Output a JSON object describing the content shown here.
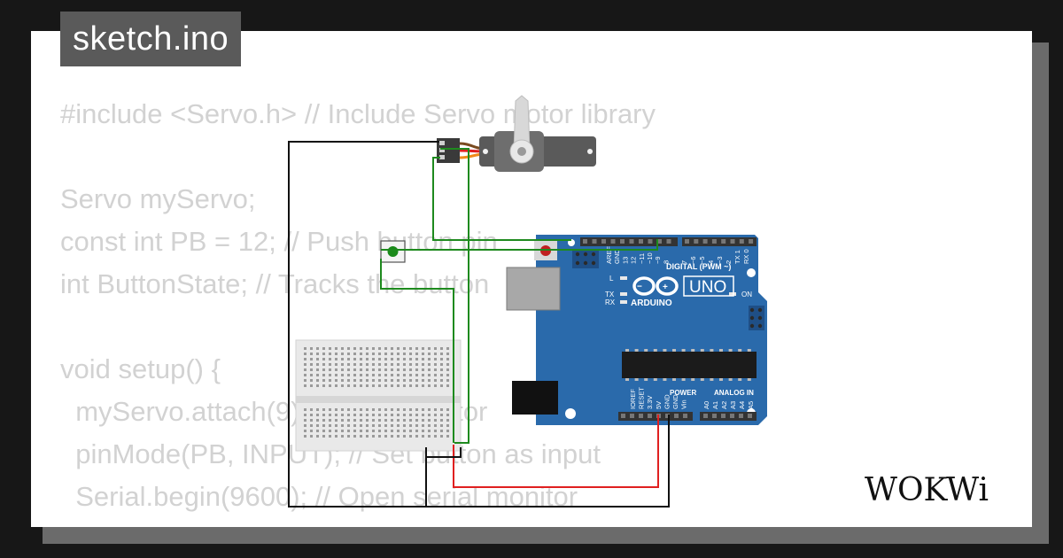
{
  "title": "sketch.ino",
  "code_lines": [
    "#include <Servo.h> // Include Servo motor library",
    "",
    "Servo myServo;",
    "const int PB = 12; // Push button pin",
    "int ButtonState; // Tracks the button",
    "",
    "void setup() {",
    "  myServo.attach(9); // Servo motor",
    "  pinMode(PB, INPUT); // Set button as input",
    "  Serial.begin(9600); // Open serial monitor",
    "}"
  ],
  "brand": "WOKWi",
  "board": {
    "model": "UNO",
    "maker": "ARDUINO",
    "digital_label": "DIGITAL (PWM ~)",
    "on_label": "ON",
    "power_label": "POWER",
    "analog_label": "ANALOG IN",
    "led_l": "L",
    "led_tx": "TX",
    "led_rx": "RX",
    "digital_pins": [
      "AREF",
      "GND",
      "13",
      "12",
      "~11",
      "~10",
      "~9",
      "8",
      "7",
      "~6",
      "~5",
      "4",
      "~3",
      "2",
      "TX 1",
      "RX 0"
    ],
    "power_pins": [
      "IOREF",
      "RESET",
      "3.3V",
      "5V",
      "GND",
      "GND",
      "Vin"
    ],
    "analog_pins": [
      "A0",
      "A1",
      "A2",
      "A3",
      "A4",
      "A5"
    ]
  },
  "colors": {
    "background": "#171717",
    "card": "#ffffff",
    "title_bg": "#5a5a5a",
    "code_text": "#d2d2d2",
    "board_blue": "#2a6aab",
    "wire_green": "#1e8a1e",
    "wire_red": "#e02020",
    "wire_black": "#111111"
  }
}
